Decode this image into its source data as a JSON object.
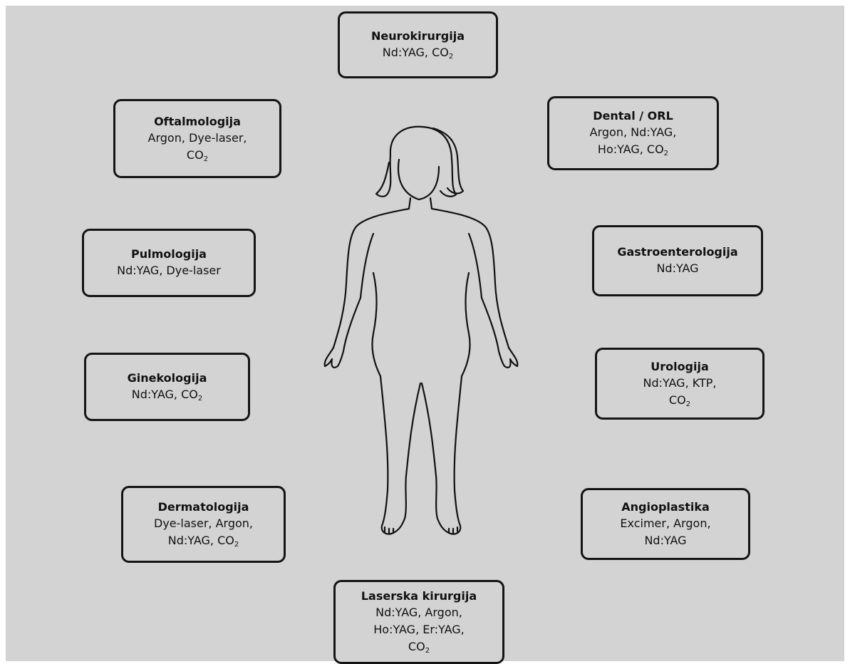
{
  "boxes": [
    {
      "id": "neurokirurgija",
      "title": "Neurokirurgija",
      "lines": [
        "Nd:YAG, CO|2"
      ]
    },
    {
      "id": "oftalmologija",
      "title": "Oftalmologija",
      "lines": [
        "Argon, Dye-laser,",
        "CO|2"
      ]
    },
    {
      "id": "dental-orl",
      "title": "Dental / ORL",
      "lines": [
        "Argon, Nd:YAG,",
        "Ho:YAG, CO|2"
      ]
    },
    {
      "id": "pulmologija",
      "title": "Pulmologija",
      "lines": [
        "Nd:YAG, Dye-laser"
      ]
    },
    {
      "id": "gastroenterologija",
      "title": "Gastroenterologija",
      "lines": [
        "Nd:YAG"
      ]
    },
    {
      "id": "ginekologija",
      "title": "Ginekologija",
      "lines": [
        "Nd:YAG, CO|2"
      ]
    },
    {
      "id": "urologija",
      "title": "Urologija",
      "lines": [
        "Nd:YAG, KTP,",
        "CO|2"
      ]
    },
    {
      "id": "dermatologija",
      "title": "Dermatologija",
      "lines": [
        "Dye-laser, Argon,",
        "Nd:YAG, CO|2"
      ]
    },
    {
      "id": "angioplastika",
      "title": "Angioplastika",
      "lines": [
        "Excimer, Argon,",
        "Nd:YAG"
      ]
    },
    {
      "id": "laserska-kirurgija",
      "title": "Laserska kirurgija",
      "lines": [
        "Nd:YAG, Argon,",
        "Ho:YAG, Er:YAG,",
        "CO|2"
      ]
    }
  ]
}
